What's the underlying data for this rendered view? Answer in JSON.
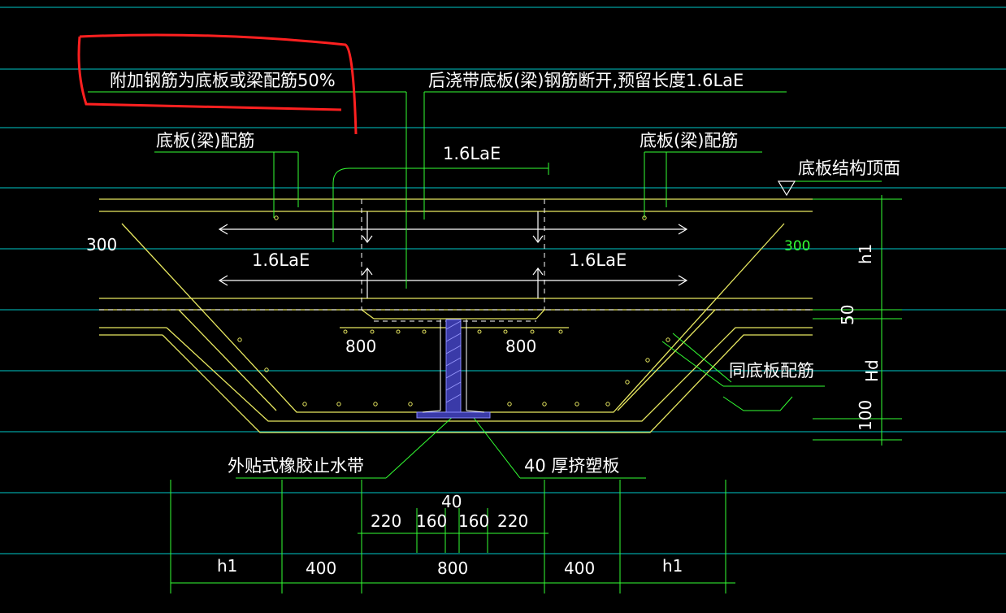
{
  "colors": {
    "background": "#000000",
    "grid": "#00c8c8",
    "slab": "#e8e860",
    "leader": "#33ff33",
    "text": "#ffffff",
    "rebar": "#e8e860",
    "waterstop": "#6a6aff",
    "highlight": "#ff2020"
  },
  "labels": {
    "additional_rebar": "附加钢筋为底板或梁配筋50%",
    "post_pour_note": "后浇带底板(梁)钢筋断开,预留长度1.6LaE",
    "slab_rebar_left": "底板(梁)配筋",
    "slab_rebar_right": "底板(梁)配筋",
    "slab_top": "底板结构顶面",
    "lae_top": "1.6LaE",
    "lae_left": "1.6LaE",
    "lae_right": "1.6LaE",
    "same_rebar": "同底板配筋",
    "waterstop": "外贴式橡胶止水带",
    "board": "40  厚挤塑板",
    "w300_left": "300",
    "w300_right": "300",
    "w800_left": "800",
    "w800_right": "800",
    "dim_40": "40",
    "dim_220a": "220",
    "dim_160a": "160",
    "dim_160b": "160",
    "dim_220b": "220",
    "dim_h1_left": "h1",
    "dim_400_left": "400",
    "dim_800": "800",
    "dim_400_right": "400",
    "dim_h1_right": "h1",
    "vert_h1": "h1",
    "vert_50": "50",
    "vert_hd": "Hd",
    "vert_100": "100"
  }
}
